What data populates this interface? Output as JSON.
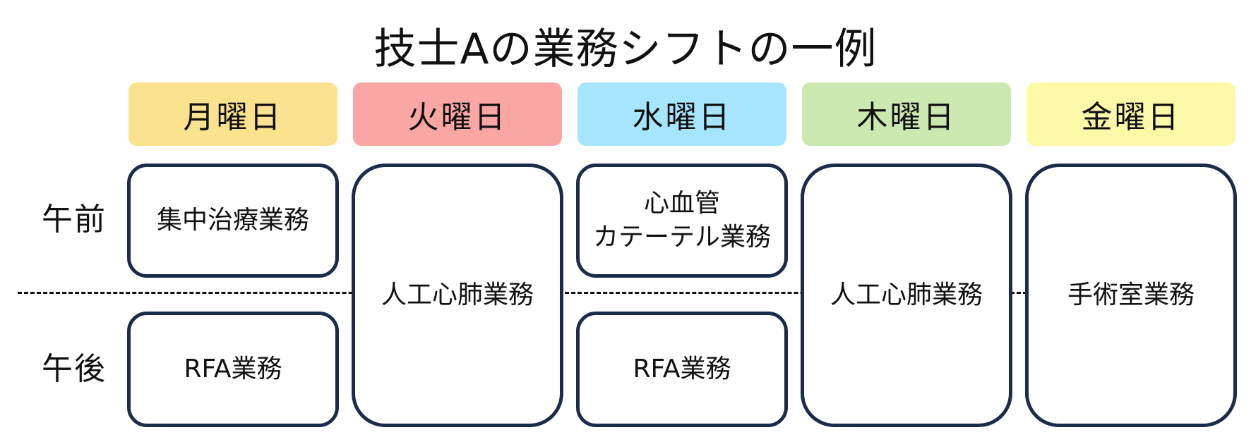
{
  "title": "技士Aの業務シフトの一例",
  "days": [
    {
      "label": "月曜日",
      "color": "#fbe28e"
    },
    {
      "label": "火曜日",
      "color": "#f9a6a5"
    },
    {
      "label": "水曜日",
      "color": "#a6e5fb"
    },
    {
      "label": "木曜日",
      "color": "#cbe8b0"
    },
    {
      "label": "金曜日",
      "color": "#fbf8a8"
    }
  ],
  "periods": {
    "morning": "午前",
    "afternoon": "午後"
  },
  "tasks": {
    "monday_am": "集中治療業務",
    "monday_pm": "RFA業務",
    "tuesday_all": "人工心肺業務",
    "wednesday_am": "心血管\nカテーテル業務",
    "wednesday_pm": "RFA業務",
    "thursday_all": "人工心肺業務",
    "friday_all": "手術室業務"
  },
  "colors": {
    "box_border": "#1c2b4a",
    "divider": "#111111"
  }
}
